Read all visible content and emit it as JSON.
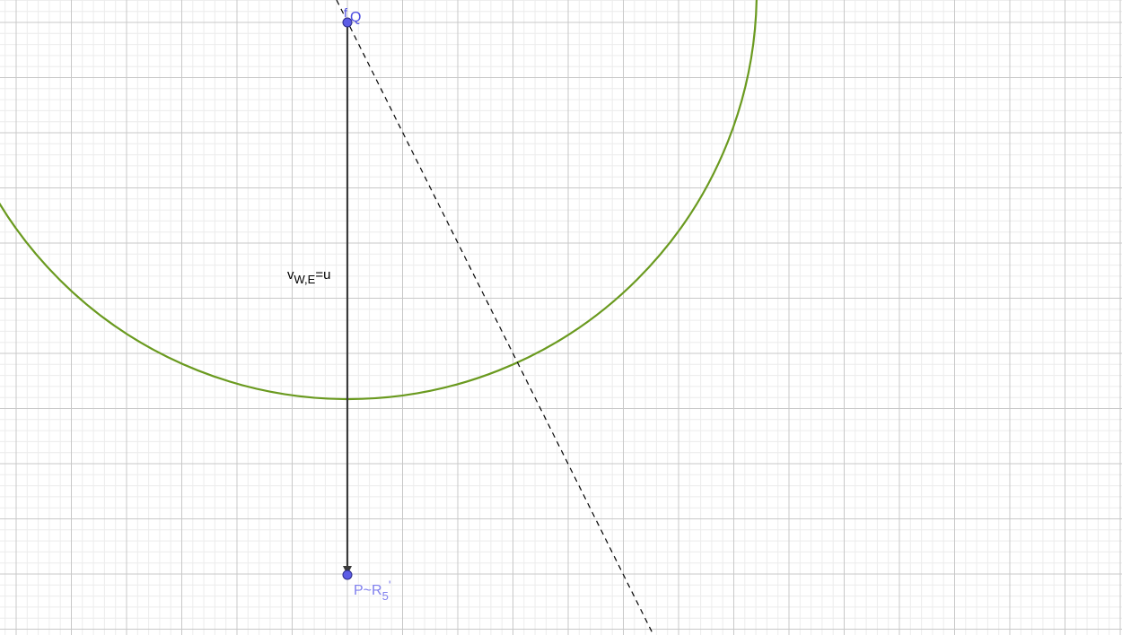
{
  "labels": {
    "point_q": "Q",
    "point_q_tick": "f",
    "point_p_main": "P~R",
    "point_p_sub": "5",
    "point_p_prime": "'",
    "vector_main": "v",
    "vector_sub": "W,E",
    "vector_suffix": "=u"
  },
  "colors": {
    "circle": "#6a9a1f",
    "point_fill": "#5c5ce6",
    "point_stroke": "#2b2b8a",
    "point_label": "#4a4ae0",
    "point_label_light": "#8080ee",
    "vector": "#3a3a3a",
    "dashed_line": "#000000",
    "grid_major": "#c8c8c8",
    "grid_minor": "#ececec"
  }
}
